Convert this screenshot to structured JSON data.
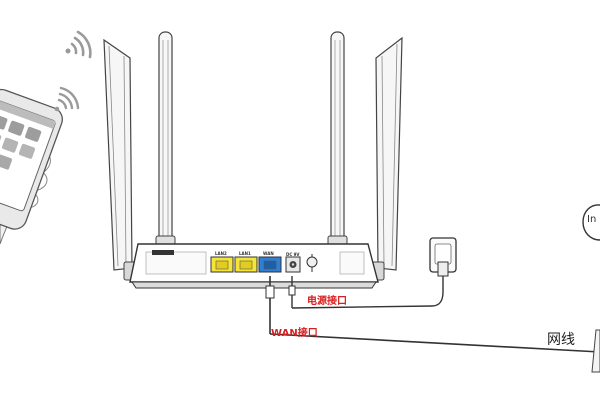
{
  "diagram": {
    "labels": {
      "power_port": "电源接口",
      "wan_port": "WAN接口",
      "network_cable": "网线",
      "internet_cloud": "In"
    },
    "router_port_labels": {
      "lan2": "LAN2",
      "lan1": "LAN1",
      "wan": "WAN",
      "dc": "DC 9V"
    },
    "colors": {
      "lan_port": "#f5e43a",
      "wan_port": "#2f7fd6",
      "label_red": "#d81e1e",
      "line": "#333333"
    },
    "icons": [
      "wifi-signal-icon",
      "smartphone-in-hand-icon",
      "router-icon",
      "power-adapter-icon",
      "internet-cloud-icon"
    ]
  }
}
